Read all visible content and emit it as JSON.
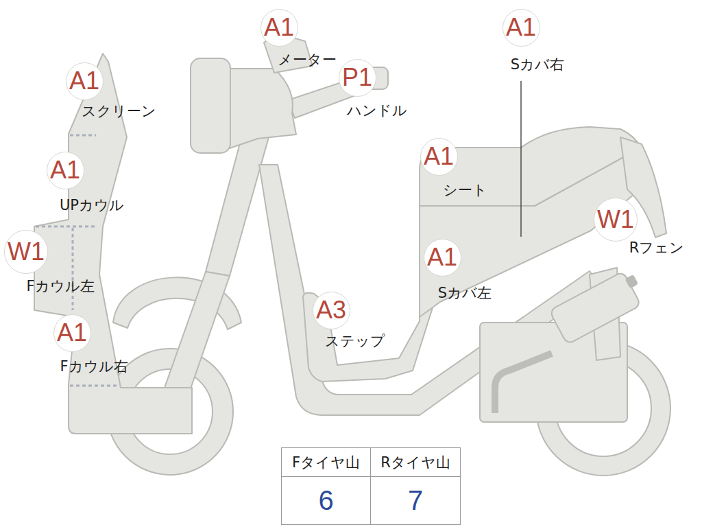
{
  "diagram": {
    "nodes": [
      {
        "text": [
          "A1",
          "メーター"
        ]
      },
      {
        "text": [
          "A1",
          "Sカバ右"
        ]
      },
      {
        "text": [
          "P1",
          "ハンドル"
        ]
      },
      {
        "text": [
          "A1",
          "スクリーン"
        ]
      },
      {
        "text": [
          "A1",
          "シート"
        ]
      },
      {
        "text": [
          "A1",
          "UPカウル"
        ]
      },
      {
        "text": [
          "W1",
          "Rフェン"
        ]
      },
      {
        "text": [
          "W1",
          "Fカウル左"
        ]
      },
      {
        "text": [
          "A1",
          "Sカバ左"
        ]
      },
      {
        "text": [
          "A3",
          "ステップ"
        ]
      },
      {
        "text": [
          "A1",
          "Fカウル右"
        ]
      }
    ],
    "labels": [
      "Fタイヤ山",
      "Rタイヤ山",
      "6",
      "7"
    ]
  }
}
